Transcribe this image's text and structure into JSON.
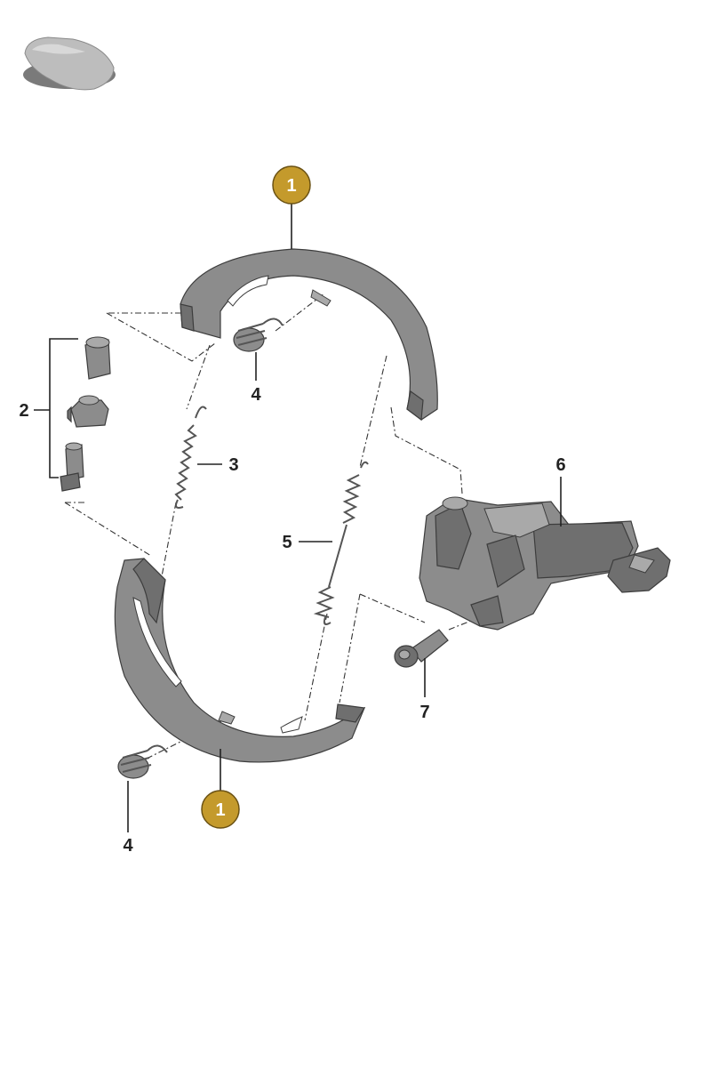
{
  "colors": {
    "badge_fill": "#c49a2c",
    "badge_stroke": "#6b5214",
    "part_fill": "#8c8c8c",
    "line": "#222222"
  },
  "icons": {
    "vehicle": "car-silhouette-icon"
  },
  "callouts": {
    "shoe_top": "1",
    "shoe_bottom": "1",
    "adjuster": "2",
    "spring_upper": "3",
    "retainer_top": "4",
    "retainer_bottom": "4",
    "spring_lower": "5",
    "housing": "6",
    "bolt": "7"
  }
}
